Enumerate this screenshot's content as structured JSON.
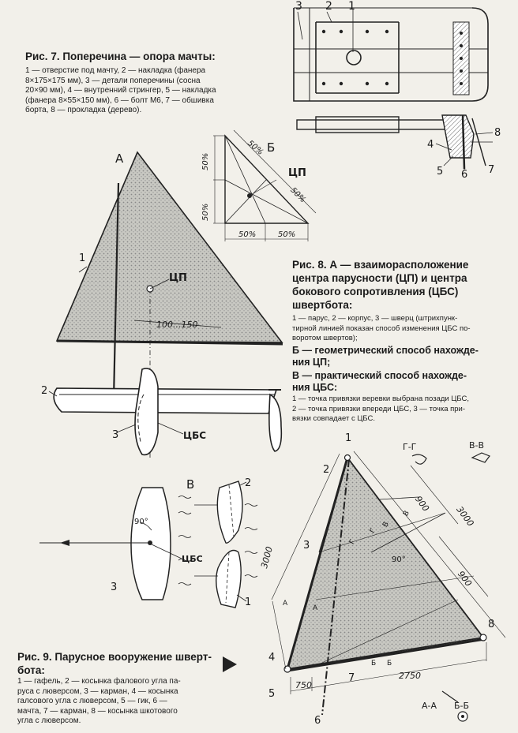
{
  "fig7": {
    "title": "Рис. 7. Поперечина — опора мачты:",
    "legend": [
      "1 — отверстие под мачту, 2 — накладка (фанера",
      "8×175×175 мм), 3 — детали поперечины (сосна",
      "20×90 мм), 4 — внутренний стрингер, 5 — накладка",
      "(фанера 8×55×150 мм), 6 — болт М6, 7 — обшивка",
      "борта, 8 — прокладка (дерево)."
    ],
    "labels": {
      "n1": "1",
      "n2": "2",
      "n3": "3",
      "n4": "4",
      "n5": "5",
      "n6": "6",
      "n7": "7",
      "n8": "8"
    }
  },
  "fig8": {
    "title_lines": [
      "Рис. 8. А — взаиморасположение",
      "центра парусности (ЦП) и центра",
      "бокового сопротивления (ЦБС)",
      "швертбота:"
    ],
    "legend_a": [
      "1 — парус, 2 — корпус, 3 — шверц (штрихпунк-",
      "тирной линией показан способ изменения ЦБС по-",
      "воротом швертов);"
    ],
    "b_lines": [
      "Б — геометрический способ нахожде-",
      "ния ЦП;"
    ],
    "v_lines": [
      "В — практический способ нахожде-",
      "ния ЦБС:"
    ],
    "legend_v": [
      "1 — точка привязки веревки выбрана позади ЦБС,",
      "2 — точка привязки впереди ЦБС, 3 — точка при-",
      "вязки совпадает с ЦБС."
    ],
    "a": {
      "letter": "А",
      "n1": "1",
      "n2": "2",
      "n3": "3",
      "cp": "ЦП",
      "cbs": "ЦБС",
      "dim": "100...150"
    },
    "b": {
      "letter": "Б",
      "cp": "ЦП",
      "p1": "50%",
      "p2": "50%",
      "p3": "50%",
      "p4": "50%",
      "p5": "50%",
      "p6": "50%"
    },
    "v": {
      "letter": "В",
      "n1": "1",
      "n2": "2",
      "n3": "3",
      "angle": "90°",
      "cbs": "ЦБС"
    }
  },
  "fig9": {
    "title_lines": [
      "Рис. 9. Парусное вооружение шверт-",
      "бота:"
    ],
    "legend": [
      "1 — гафель, 2 — косынка фалового угла па-",
      "руса с люверсом, 3 — карман, 4 — косынка",
      "галсового угла с люверсом, 5 — гик, 6 —",
      "мачта, 7 — карман, 8 — косынка шкотового",
      "угла с люверсом."
    ],
    "labels": {
      "n1": "1",
      "n2": "2",
      "n3": "3",
      "n4": "4",
      "n5": "5",
      "n6": "6",
      "n7": "7",
      "n8": "8",
      "d3000a": "3000",
      "d3000b": "3000",
      "d900a": "900",
      "d900b": "900",
      "d750": "750",
      "d2750": "2750",
      "angle": "90°",
      "sec_gg": "Г-Г",
      "sec_vv": "В-В",
      "sec_aa": "А-А",
      "sec_bb": "Б-Б",
      "mark_g1": "Г",
      "mark_g2": "Г",
      "mark_v1": "В",
      "mark_v2": "В",
      "mark_a1": "А",
      "mark_a2": "А",
      "mark_b1": "Б",
      "mark_b2": "Б"
    }
  }
}
